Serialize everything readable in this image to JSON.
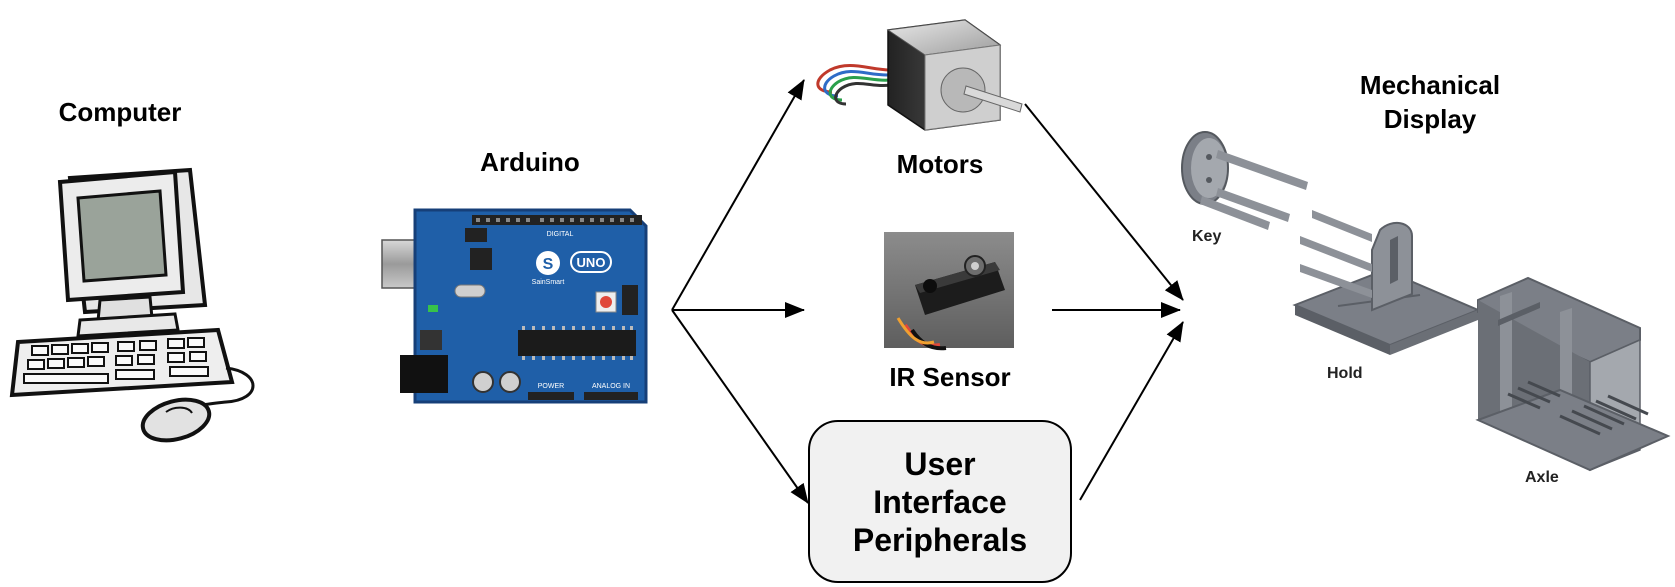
{
  "nodes": {
    "computer": {
      "label": "Computer"
    },
    "arduino": {
      "label": "Arduino",
      "board_brand": "SainSmart",
      "board_model": "UNO",
      "board_silk_digital": "DIGITAL",
      "board_silk_power": "POWER",
      "board_silk_analog": "ANALOG IN"
    },
    "motors": {
      "label": "Motors"
    },
    "ir_sensor": {
      "label": "IR Sensor"
    },
    "user_interface": {
      "label_lines": [
        "User",
        "Interface",
        "Peripherals"
      ]
    },
    "mechanical_display": {
      "label_lines": [
        "Mechanical",
        "Display"
      ],
      "parts": {
        "key": "Key",
        "hold": "Hold",
        "axle": "Axle"
      }
    }
  },
  "edges": [
    {
      "from": "arduino",
      "to": "motors"
    },
    {
      "from": "arduino",
      "to": "ir_sensor"
    },
    {
      "from": "arduino",
      "to": "user_interface"
    },
    {
      "from": "motors",
      "to": "mechanical_display"
    },
    {
      "from": "ir_sensor",
      "to": "mechanical_display"
    },
    {
      "from": "user_interface",
      "to": "mechanical_display"
    }
  ],
  "colors": {
    "board_blue": "#1f5fa8",
    "board_dark": "#163f78",
    "screen_grey": "#9aa39a",
    "part_grey": "#7b7f87",
    "part_light": "#a4a8ae",
    "box_fill": "#f1f1f1"
  }
}
